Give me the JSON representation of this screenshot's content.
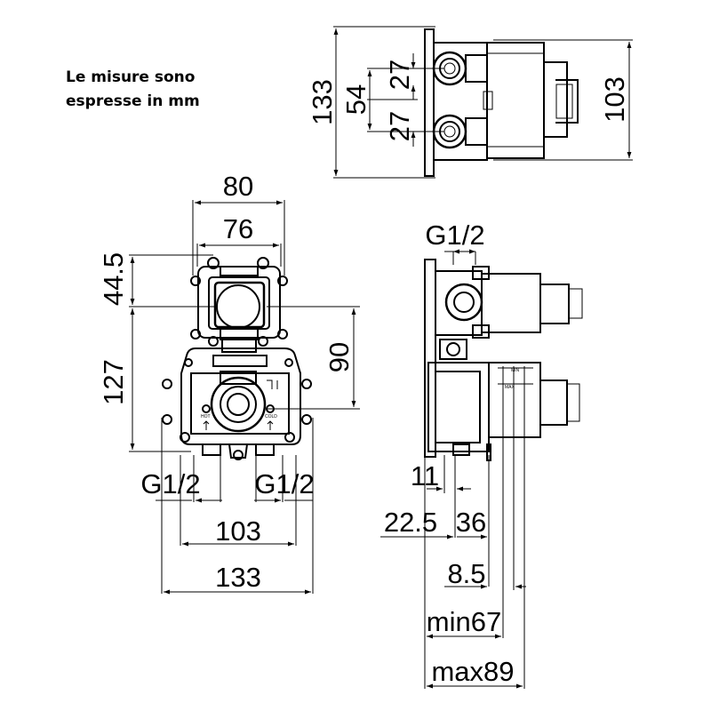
{
  "note": {
    "line1": "Le misure sono",
    "line2": "espresse in mm"
  },
  "top_view": {
    "overall_height": "133",
    "pitch": "54",
    "half_pitch_upper": "27",
    "half_pitch_lower": "27",
    "body_height": "103"
  },
  "front_view": {
    "frame_width": "80",
    "inner_width": "76",
    "top_offset": "44.5",
    "lower_height": "127",
    "axis_distance": "90",
    "thread_left": "G1/2",
    "thread_right": "G1/2",
    "inlet_spacing": "103",
    "overall_width": "133",
    "label_hot": "HOT",
    "label_cold": "COLD"
  },
  "side_view": {
    "thread_top": "G1/2",
    "offset_11": "11",
    "depth_22_5": "22.5",
    "depth_36": "36",
    "depth_8_5": "8.5",
    "min_depth": "min67",
    "max_depth": "max89",
    "label_min": "MIN",
    "label_max": "MAX"
  }
}
